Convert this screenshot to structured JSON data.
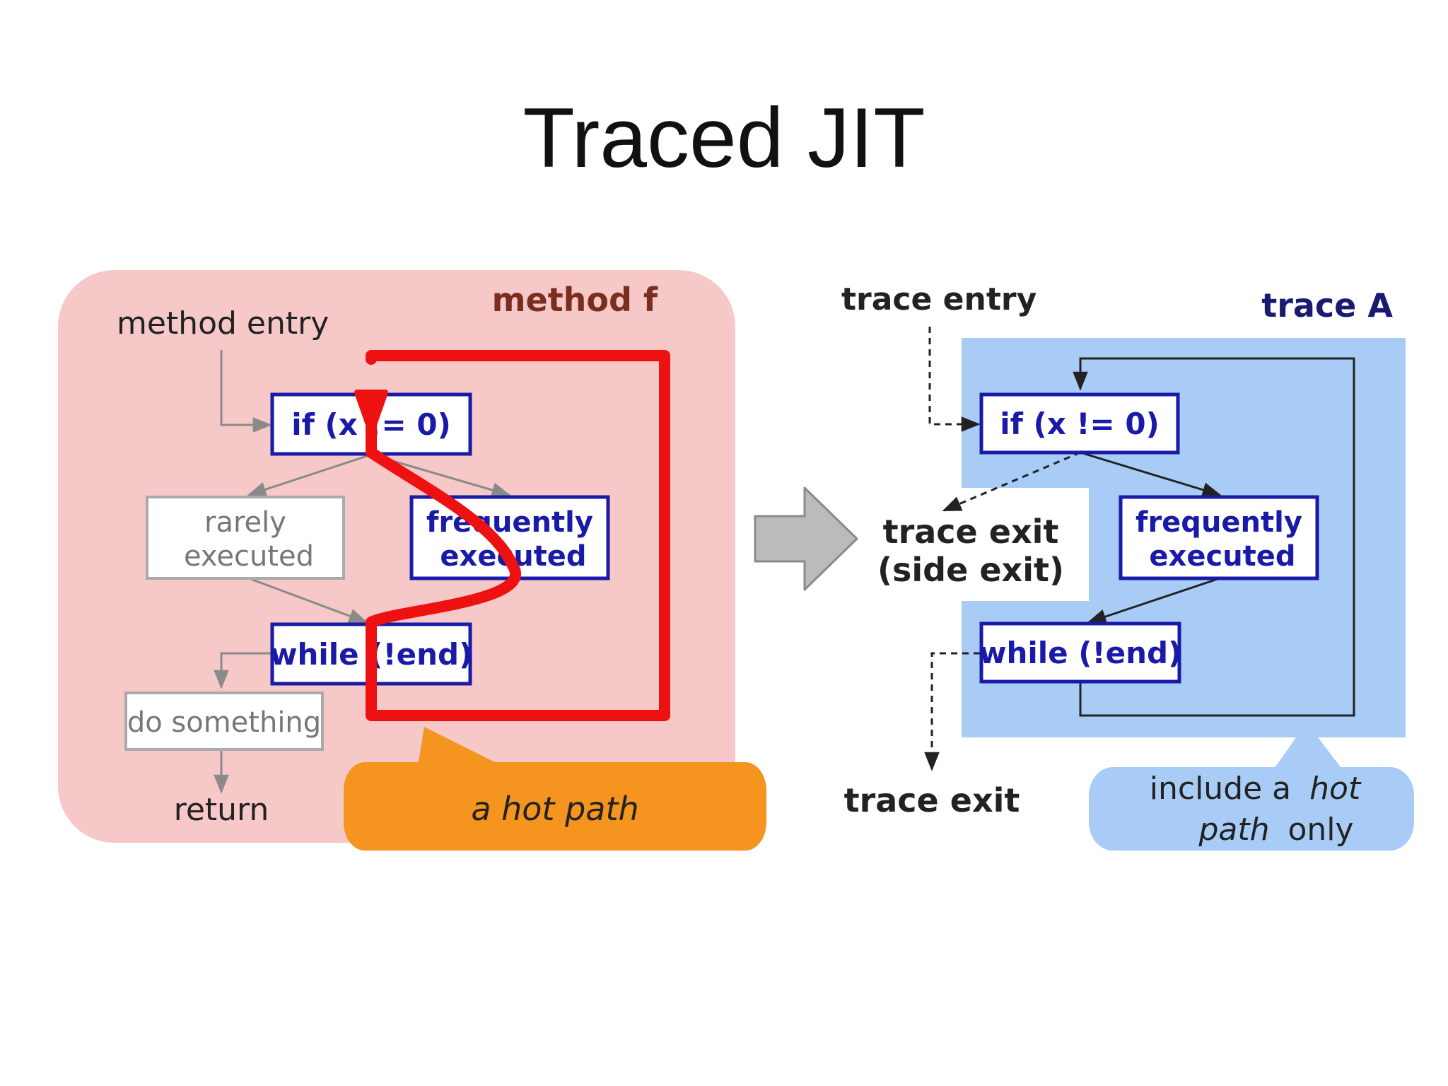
{
  "slide": {
    "title": "Traced JIT"
  },
  "left_panel": {
    "label": "method f",
    "entry_label": "method entry",
    "nodes": {
      "if_node": "if (x != 0)",
      "rarely_line1": "rarely",
      "rarely_line2": "executed",
      "freq_line1": "frequently",
      "freq_line2": "executed",
      "while_node": "while (!end)",
      "do_something": "do something",
      "return_label": "return"
    },
    "callout": "a hot path"
  },
  "right_panel": {
    "label": "trace A",
    "entry_label": "trace entry",
    "nodes": {
      "if_node": "if (x != 0)",
      "freq_line1": "frequently",
      "freq_line2": "executed",
      "while_node": "while (!end)"
    },
    "side_exit_line1": "trace exit",
    "side_exit_line2": "(side exit)",
    "trace_exit": "trace exit",
    "callout_line1": "include a",
    "callout_line1_italic": "hot",
    "callout_line2_italic": "path",
    "callout_line2": "only"
  },
  "colors": {
    "method_bg": "#f6c8c8",
    "trace_bg": "#a8ccf6",
    "node_border": "#1a1aa8",
    "hot_path": "#ee1111",
    "callout_orange": "#f5941e",
    "callout_blue": "#a8ccf6",
    "transform_arrow": "#bbbbbb"
  }
}
